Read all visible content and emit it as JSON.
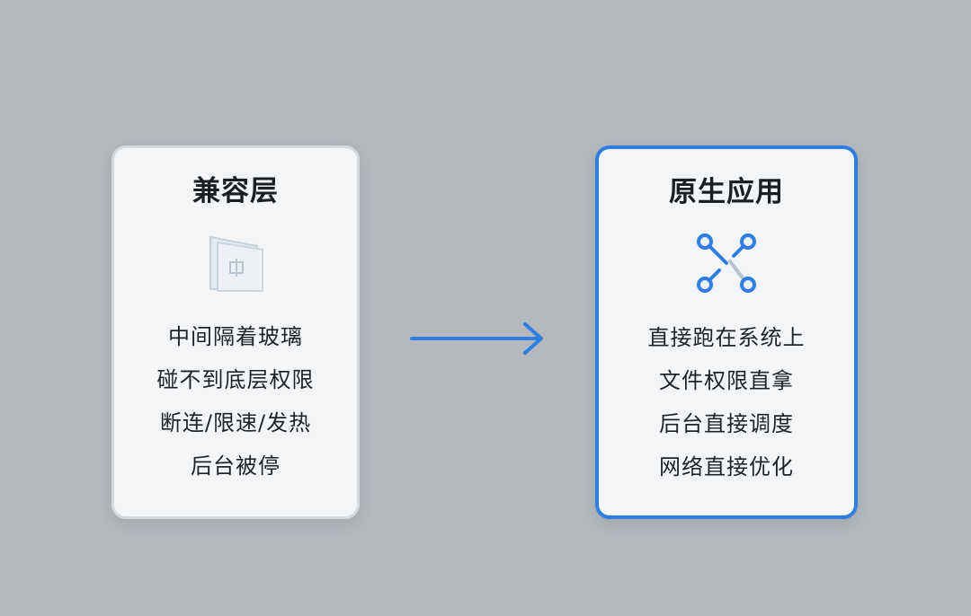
{
  "left_card": {
    "title": "兼容层",
    "icon": "glass-pane-icon",
    "lines": [
      "中间隔着玻璃",
      "碰不到底层权限",
      "断连/限速/发热",
      "后台被停"
    ]
  },
  "right_card": {
    "title": "原生应用",
    "icon": "network-nodes-icon",
    "lines": [
      "直接跑在系统上",
      "文件权限直拿",
      "后台直接调度",
      "网络直接优化"
    ]
  },
  "arrow_icon": "arrow-right-icon",
  "colors": {
    "background": "#b4b9be",
    "accent": "#2f7de1",
    "card": "#f4f5f6",
    "muted_icon": "#c9d3dc"
  }
}
